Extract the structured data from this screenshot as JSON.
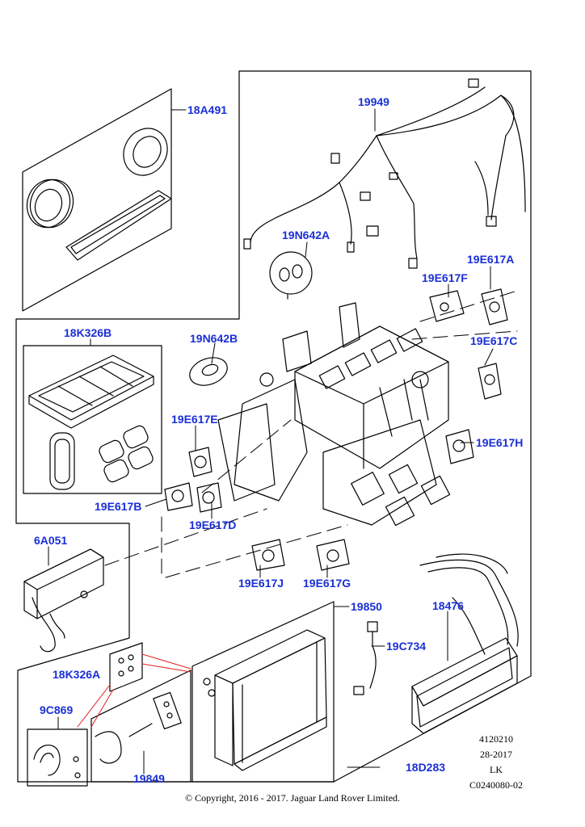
{
  "callouts": {
    "c18A491": "18A491",
    "c19949": "19949",
    "c19N642A": "19N642A",
    "c19E617F": "19E617F",
    "c19E617A": "19E617A",
    "c18K326B": "18K326B",
    "c19N642B": "19N642B",
    "c19E617C": "19E617C",
    "c19E617E": "19E617E",
    "c19E617H": "19E617H",
    "c19E617B": "19E617B",
    "c19E617D": "19E617D",
    "c6A051": "6A051",
    "c19E617J": "19E617J",
    "c19E617G": "19E617G",
    "c19850": "19850",
    "c18476": "18476",
    "c19C734": "19C734",
    "c18K326A": "18K326A",
    "c9C869": "9C869",
    "c19849": "19849",
    "c18D283": "18D283"
  },
  "meta": {
    "line1": "4120210",
    "line2": "28-2017",
    "line3": "LK",
    "line4": "C0240080-02"
  },
  "copyright": "© Copyright, 2016 - 2017. Jaguar Land Rover Limited.",
  "colors": {
    "callout": "#1a2fd6",
    "line": "#000000",
    "leader_red": "#e02020"
  }
}
